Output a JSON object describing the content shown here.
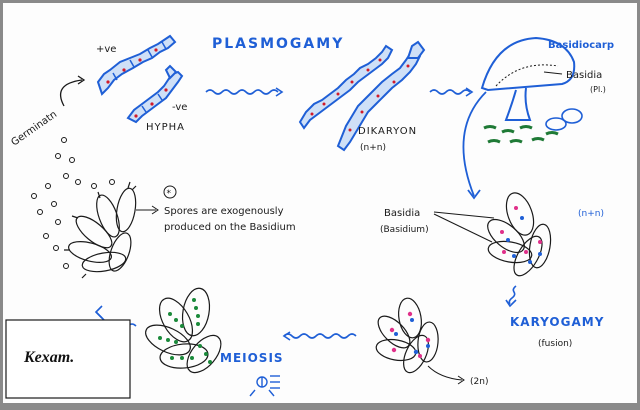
{
  "title": "PLASMOGAMY",
  "stages": {
    "hypha": {
      "plus_label": "+ve",
      "minus_label": "-ve",
      "name": "HYPHA"
    },
    "dikaryon": {
      "name": "DIKARYON",
      "ploidy": "(n+n)"
    },
    "basidiocarp": {
      "name": "Basidiocarp",
      "part_label": "Basidia",
      "part_note": "(Pl.)"
    },
    "basidia": {
      "name": "Basidia",
      "alt_name": "(Basidium)",
      "ploidy": "(n+n)"
    },
    "karyogamy": {
      "name": "KARYOGAMY",
      "note": "(fusion)",
      "ploidy": "(2n)"
    },
    "meiosis": {
      "name": "MEIOSIS"
    },
    "spores": {
      "note_line1": "Spores are exogenously",
      "note_line2": "produced on the Basidium"
    },
    "germination": {
      "label": "Germinatn"
    }
  },
  "logo": {
    "text": "Kexam."
  },
  "colors": {
    "ink": "#1a1a1a",
    "blue": "#1f5fd6",
    "blue_fill": "#cfe0f7",
    "red_nucleus": "#d21a2a",
    "pink_nucleus": "#e0308a",
    "green_nucleus": "#1a8a3a",
    "grass": "#1f7a36",
    "paper": "#fdfdfd"
  }
}
